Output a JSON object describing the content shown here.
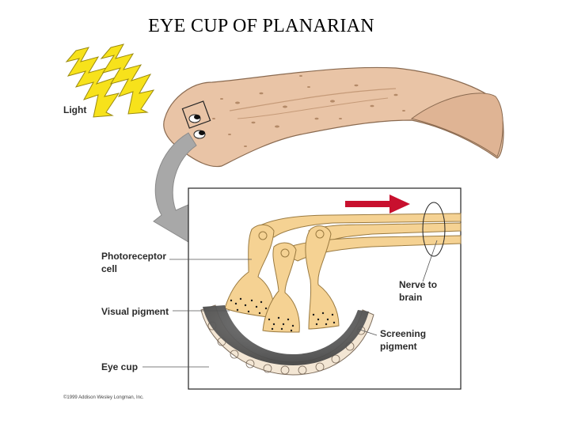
{
  "title": "EYE CUP OF PLANARIAN",
  "labels": {
    "light": "Light",
    "photoreceptor_1": "Photoreceptor",
    "photoreceptor_2": "cell",
    "visual_pigment": "Visual pigment",
    "eye_cup": "Eye cup",
    "nerve_1": "Nerve to",
    "nerve_2": "brain",
    "screening_1": "Screening",
    "screening_2": "pigment"
  },
  "copyright": "©1999 Addison Wesley Longman, Inc.",
  "colors": {
    "body": "#e9c4a6",
    "cell": "#f5d293",
    "pigment": "#555555",
    "bolt": "#f7e21b",
    "arrow": "#c8102e",
    "gray_arrow": "#a8a8a8"
  }
}
